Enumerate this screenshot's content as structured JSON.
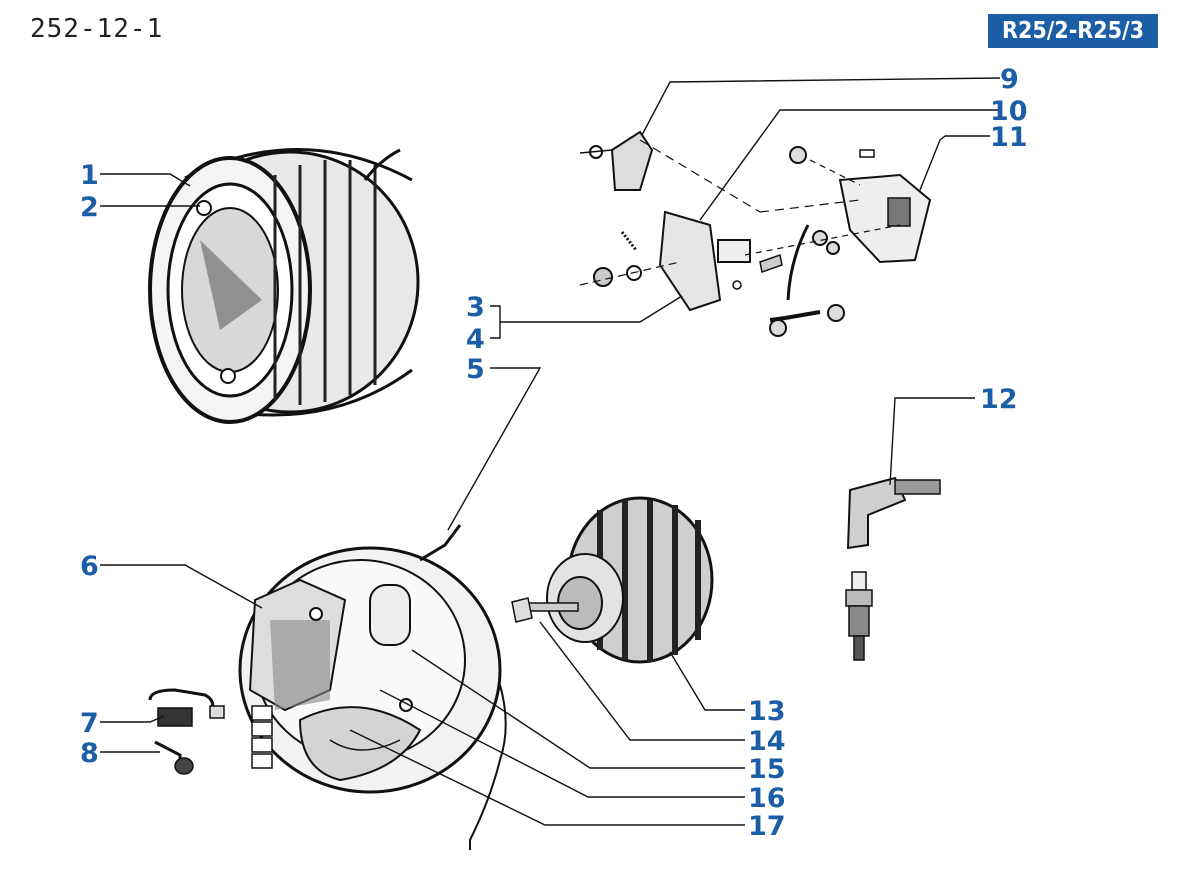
{
  "header": {
    "page_code": "252-12-1",
    "model_badge": "R25/2-R25/3"
  },
  "callouts": [
    "1",
    "2",
    "3",
    "4",
    "5",
    "6",
    "7",
    "8",
    "9",
    "10",
    "11",
    "12",
    "13",
    "14",
    "15",
    "16",
    "17"
  ],
  "colors": {
    "accent": "#1b5ea6",
    "ink": "#111111",
    "background": "#ffffff"
  }
}
